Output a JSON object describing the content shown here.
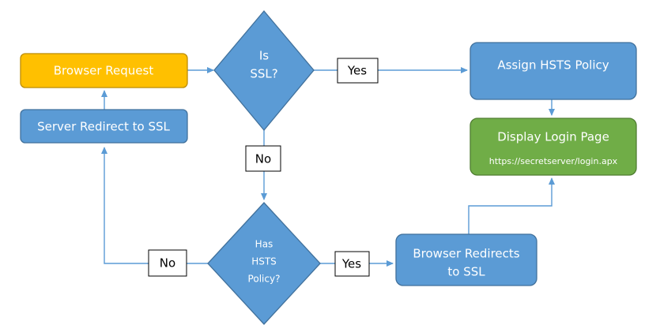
{
  "nodes": {
    "browser_request": "Browser Request",
    "server_redirect": "Server Redirect to SSL",
    "is_ssl": [
      "Is",
      "SSL?"
    ],
    "assign_hsts": "Assign HSTS Policy",
    "display_login": "Display Login Page",
    "login_url": "https://secretserver/login.apx",
    "has_hsts": [
      "Has",
      "HSTS",
      "Policy?"
    ],
    "browser_redirects": [
      "Browser Redirects",
      "to SSL"
    ]
  },
  "labels": {
    "yes_top": "Yes",
    "no_middle": "No",
    "no_left": "No",
    "yes_bottom": "Yes"
  },
  "colors": {
    "blue_fill": "#5b9bd5",
    "blue_stroke": "#41719c",
    "orange_fill": "#ffc000",
    "orange_stroke": "#bc8c00",
    "green_fill": "#70ad47",
    "green_stroke": "#507e32",
    "connector": "#5b9bd5"
  }
}
